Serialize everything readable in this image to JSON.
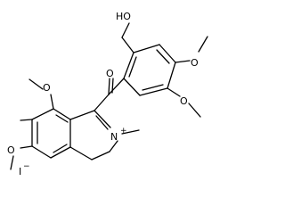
{
  "molecule": {
    "labels": {
      "hydroxyl": "HO",
      "ketone_oxygen": "O",
      "methoxy_upper": "O",
      "methoxy_lower": "O",
      "methoxy_left_upper": "O",
      "methoxy_left_lower": "O",
      "nitrogen": "N",
      "charge": "+",
      "counterion": "I",
      "counterion_charge": "−"
    }
  }
}
